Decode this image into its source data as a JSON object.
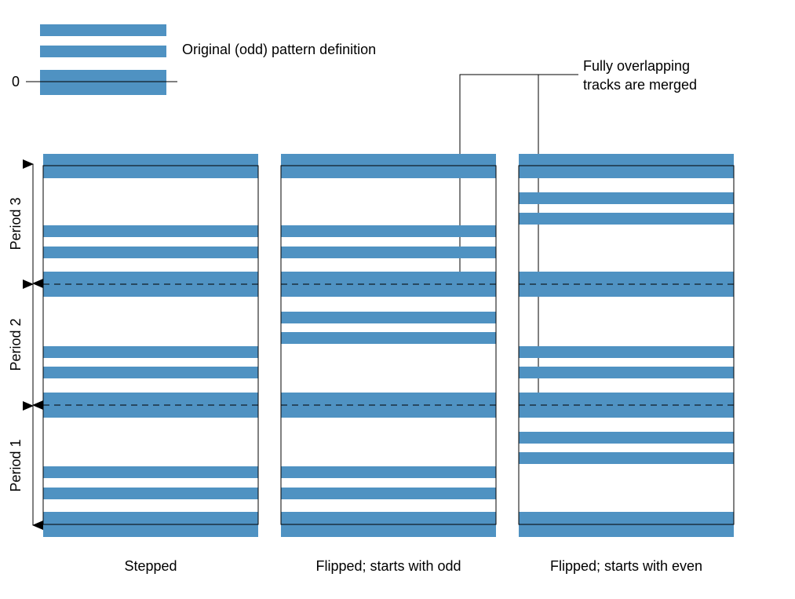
{
  "colors": {
    "track": "#4f92c2",
    "line": "#000000",
    "background": "#ffffff"
  },
  "legend": {
    "label": "Original (odd) pattern definition",
    "zero_label": "0"
  },
  "annotation": {
    "line1": "Fully overlapping",
    "line2": "tracks are merged"
  },
  "periods": [
    "Period 1",
    "Period 2",
    "Period 3"
  ],
  "columns": [
    {
      "label": "Stepped"
    },
    {
      "label": "Flipped; starts with odd"
    },
    {
      "label": "Flipped; starts with even"
    }
  ]
}
